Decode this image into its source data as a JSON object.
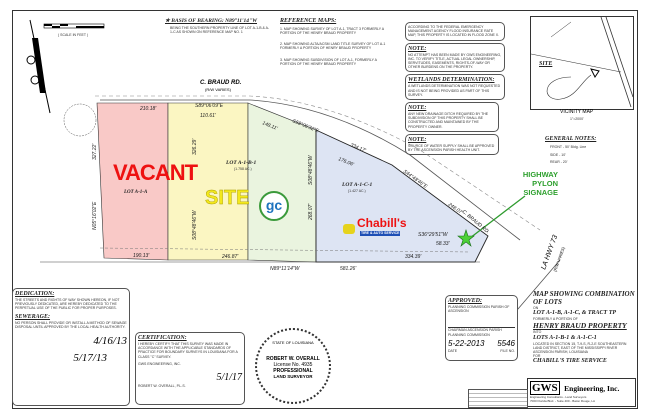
{
  "header": {
    "scale_label": "( SCALE IN FEET )",
    "basis_of_bearing": "★ BASIS OF BEARING: N89°11'14\"W",
    "basis_note": "BEING THE SOUTHERN PROPERTY LINE OF LOT A-1-B & A-1-C AS SHOWN ON REFERENCE MAP NO. 1",
    "reference_maps_title": "REFERENCE MAPS:",
    "reference_maps": [
      "1. MAP SHOWING SURVEY OF LOT A-1, TRACT 3 FORMERLY A PORTION OF THE HENRY BRAUD PROPERTY",
      "2. MAP SHOWING ALTA/ACSM LAND TITLE SURVEY OF LOT A-1 FORMERLY A PORTION OF HENRY BRAUD PROPERTY",
      "3. MAP SHOWING SUBDIVISION OF LOT A-1, FORMERLY A PORTION OF THE HENRY BRAUD PROPERTY"
    ]
  },
  "notes": {
    "flood": "ACCORDING TO THE FEDERAL EMERGENCY MANAGEMENT AGENCY FLOOD INSURANCE RATE MAP, THIS PROPERTY IS LOCATED IN FLOOD ZONE X.",
    "note1_title": "NOTE:",
    "note1": "NO ATTEMPT HAS BEEN MADE BY GWS ENGINEERING, INC. TO VERIFY TITLE, ACTUAL LEGAL OWNERSHIP, SERVITUDES, EASEMENTS, RIGHTS-OF-WAY OR OTHER BURDENS ON THE PROPERTY.",
    "wetlands_title": "WETLANDS DETERMINATION:",
    "wetlands": "A WETLANDS DETERMINATION WAS NOT REQUESTED AND IS NOT BEING PROVIDED AS PART OF THIS SURVEY.",
    "note2_title": "NOTE:",
    "note2": "ANY NEW DRAINAGE DITCH REQUIRED BY THE SUBDIVISION OF THIS PROPERTY SHALL BE CONSTRUCTED AND MAINTAINED BY THE PROPERTY OWNER.",
    "note3_title": "NOTE:",
    "note3": "SOURCE OF WATER SUPPLY SHALL BE APPROVED BY THE ASCENSION PARISH HEALTH UNIT.",
    "general_title": "GENERAL NOTES:",
    "general": [
      "FRONT - 50' Bldg. Line",
      "SIDE - 10'",
      "REAR - 20'"
    ]
  },
  "vicinity": {
    "title": "VICINITY MAP",
    "scale": "1\"=2000'",
    "site": "SITE"
  },
  "plat": {
    "road": "C. BRAUD RD.",
    "road_sub": "(R/W VARIES)",
    "hwy": "LA HWY 73",
    "hwy_sub": "(R/W VARIES)",
    "vacant": "VACANT",
    "site": "SITE",
    "lot_a1a": "LOT A-1-A",
    "lot_a1b1": "LOT A-1-B-1",
    "lot_a1b1_area": "(1.758 AC.)",
    "lot_a1c1": "LOT A-1-C-1",
    "lot_a1c1_area": "(1.427 AC.)",
    "dims": [
      "210.18'",
      "S89°06'09\"E",
      "110.61'",
      "148.11'",
      "S58°06'32\"E",
      "334.17'",
      "176.06'",
      "S44°48'46\"E",
      "248.07'",
      "S36°29'51\"W",
      "58.33'",
      "334.39'",
      "581.26'",
      "246.87'",
      "190.13'",
      "N89°11'14\"W",
      "S08°48'46\"W",
      "S08°48'46\"W",
      "268.07'",
      "326.29'",
      "327.22'",
      "N05°16'02\"E"
    ],
    "callout": "HIGHWAY PYLON SIGNAGE",
    "gc_logo": "gc",
    "chabills_name": "Chabill's",
    "chabills_tag": "TIRE & AUTO SERVICE"
  },
  "dedication": {
    "title": "DEDICATION:",
    "text": "THE STREETS AND RIGHTS OF WAY SHOWN HEREON, IF NOT PREVIOUSLY DEDICATED, ARE HEREBY DEDICATED TO THE PERPETUAL USE OF THE PUBLIC FOR PROPER PURPOSES.",
    "sewerage_title": "SEWERAGE:",
    "sewerage": "NO PERSON SHALL PROVIDE OR INSTALL A METHOD OF SEWAGE DISPOSAL UNTIL APPROVED BY THE LOCAL HEALTH AUTHORITY.",
    "date1": "4/16/13",
    "date2": "5/17/13"
  },
  "certification": {
    "title": "CERTIFICATION:",
    "text": "I HEREBY CERTIFY THAT THIS SURVEY WAS MADE IN ACCORDANCE WITH THE APPLICABLE STANDARDS OF PRACTICE FOR BOUNDARY SURVEYS IN LOUISIANA FOR A CLASS \"C\" SURVEY.",
    "company": "GWS ENGINEERING, INC.",
    "surveyor": "ROBERT W. OVERALL, P.L.S.",
    "date": "5/1/17"
  },
  "seal": {
    "state": "STATE OF LOUISIANA",
    "name": "ROBERT W. OVERALL",
    "license": "License No. 4935",
    "prof": "PROFESSIONAL",
    "role": "LAND SURVEYOR"
  },
  "approved": {
    "title": "APPROVED:",
    "sub": "PLANNING COMMISSION PARISH OF ASCENSION",
    "chair": "CHAIRMAN ASCENSION PARISH PLANNING COMMISSION",
    "date": "5-22-2013",
    "file": "5546",
    "date_label": "DATE",
    "file_label": "FILE NO."
  },
  "title_block": {
    "l1": "MAP SHOWING COMBINATION OF LOTS",
    "on": "ON",
    "l2": "LOT A-1-B, A-1-C, & TRACT TP",
    "formerly": "FORMERLY A PORTION OF",
    "l3": "HENRY BRAUD PROPERTY",
    "into": "INTO",
    "l4": "LOTS A-1-B-1 & A-1-C-1",
    "location": "LOCATED IN SECTION 15, T-9-S, R-2-E SOUTHEASTERN LAND DISTRICT, EAST OF THE MISSISSIPPI RIVER ASCENSION PARISH, LOUISIANA",
    "for": "FOR",
    "client": "CHABILL'S TIRE SERVICE"
  },
  "firm": {
    "name": "GWS",
    "name2": "Engineering, Inc.",
    "sub": "Engineering Consultants - Land Surveyors",
    "address": "7000 Florida Blvd. - Suite 400 - Baton Rouge, LA"
  }
}
